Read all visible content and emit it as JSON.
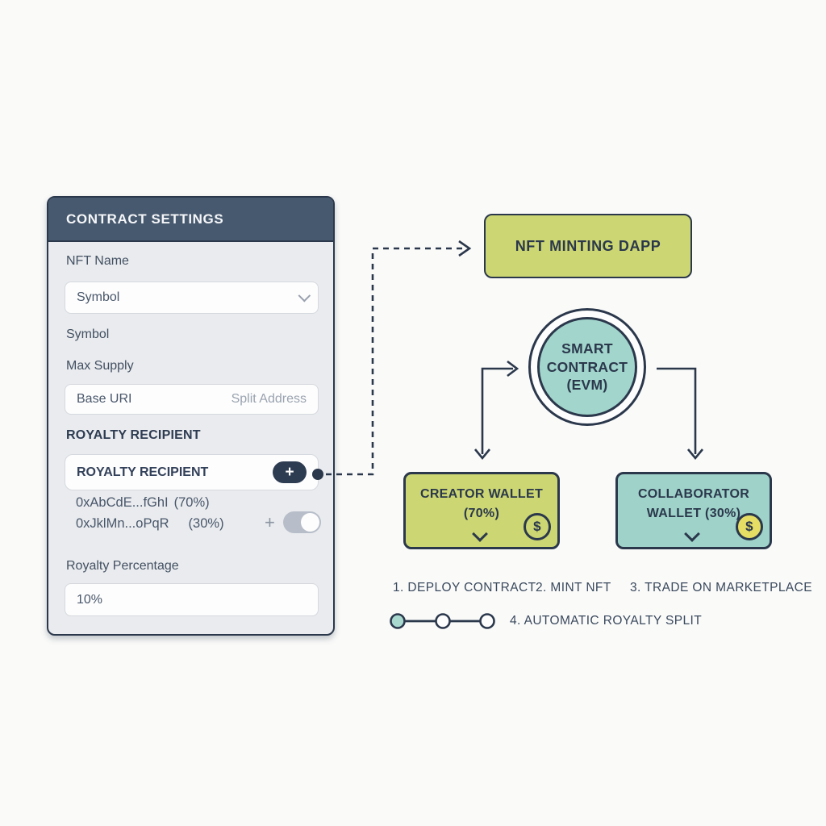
{
  "colors": {
    "navy": "#2b384c",
    "header_bg": "#47596f",
    "panel_bg": "#e9ebee",
    "yellow_green": "#ccd672",
    "teal": "#9fd2c9",
    "coin_yellow": "#e6de64"
  },
  "panel": {
    "title": "CONTRACT SETTINGS",
    "nft_name": {
      "label": "NFT Name",
      "value": "Symbol"
    },
    "symbol_label": "Symbol",
    "max_supply_label": "Max Supply",
    "base_uri": {
      "value": "Base URI",
      "hint": "Split Address"
    },
    "royalty_recipient_label": "ROYALTY RECIPIENT",
    "royalty_recipient_field": {
      "value": "ROYALTY RECIPIENT",
      "add_button": "+"
    },
    "recipients": [
      {
        "address": "0xAbCdE...fGhI",
        "share": "(70%)"
      },
      {
        "address": "0xJklMn...oPqR",
        "share": "(30%)"
      }
    ],
    "toggle_plus": "+",
    "royalty_percentage": {
      "label": "Royalty Percentage",
      "value": "10%"
    }
  },
  "diagram": {
    "dapp_box": "NFT MINTING DAPP",
    "contract": {
      "line1": "SMART",
      "line2": "CONTRACT",
      "line3": "(EVM)"
    },
    "creator": {
      "line1": "CREATOR WALLET",
      "line2": "(70%)",
      "coin": "$"
    },
    "collaborator": {
      "line1": "COLLABORATOR",
      "line2": "WALLET (30%)",
      "coin": "$"
    },
    "steps": [
      "1. DEPLOY CONTRACT",
      "2. MINT NFT",
      "3. TRADE ON MARKETPLACE"
    ],
    "step4": "4. AUTOMATIC ROYALTY SPLIT"
  }
}
